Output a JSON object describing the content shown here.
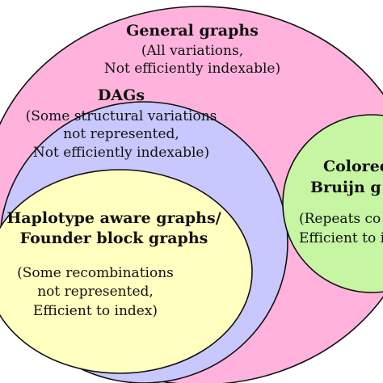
{
  "colors": {
    "background": "#ffffff",
    "general_fill": "#ffb3dc",
    "dags_fill": "#c8c8ff",
    "haplotype_fill": "#ffffc0",
    "colored_fill": "#c6f5a4",
    "stroke": "#111111"
  },
  "general": {
    "title": "General graphs",
    "lines": [
      "(All variations,",
      "Not efficiently indexable)"
    ]
  },
  "dags": {
    "title": "DAGs",
    "lines": [
      "(Some structural variations",
      "not represented,",
      "Not efficiently indexable)"
    ]
  },
  "haplotype": {
    "title_lines": [
      "Haplotype aware graphs/",
      "Founder block graphs"
    ],
    "lines": [
      "(Some recombinations",
      "not represented,",
      "Efficient to index)"
    ]
  },
  "colored": {
    "title_lines": [
      "Colored",
      "Bruijn g"
    ],
    "lines": [
      "(Repeats co",
      "Efficient to i"
    ]
  }
}
